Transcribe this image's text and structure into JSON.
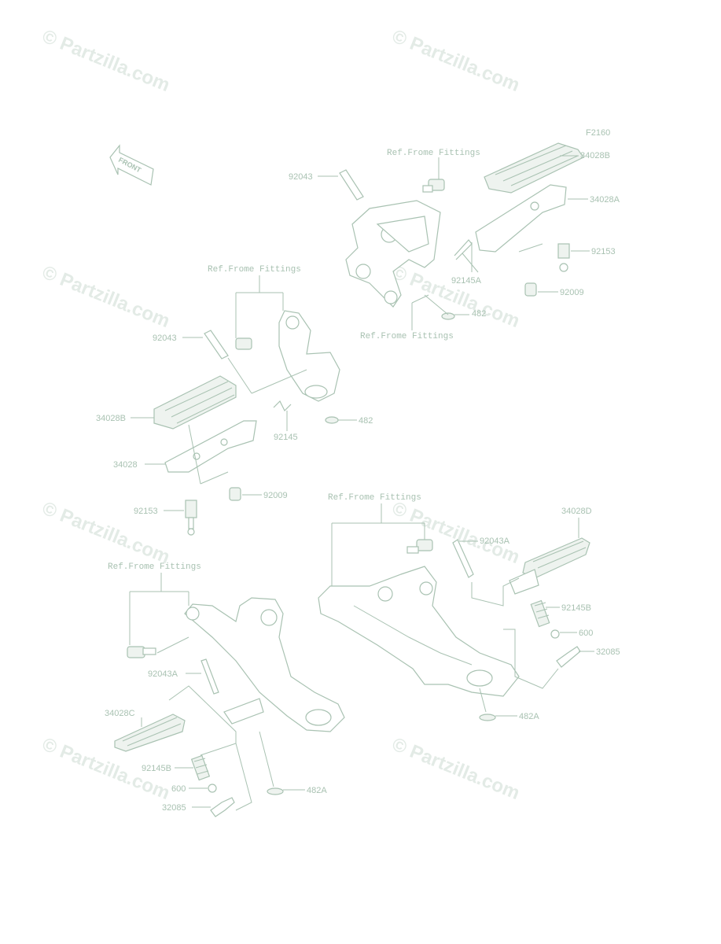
{
  "watermarks": [
    "© Partzilla.com",
    "© Partzilla.com",
    "© Partzilla.com",
    "© Partzilla.com",
    "© Partzilla.com",
    "© Partzilla.com",
    "© Partzilla.com",
    "© Partzilla.com"
  ],
  "figure_code": "F2160",
  "front_label": "FRONT",
  "ref_frame": "Ref.Frome Fittings",
  "parts": {
    "p92043_a": "92043",
    "p34028B_a": "34028B",
    "p34028A": "34028A",
    "p92153_a": "92153",
    "p92009_a": "92009",
    "p92145A": "92145A",
    "p482_a": "482",
    "p92043_b": "92043",
    "p34028B_b": "34028B",
    "p92145": "92145",
    "p482_b": "482",
    "p34028": "34028",
    "p92009_b": "92009",
    "p92153_b": "92153",
    "p34028D": "34028D",
    "p92043A_a": "92043A",
    "p92145B_a": "92145B",
    "p600_a": "600",
    "p32085_a": "32085",
    "p482A_a": "482A",
    "p92043A_b": "92043A",
    "p34028C": "34028C",
    "p92145B_b": "92145B",
    "p600_b": "600",
    "p32085_b": "32085",
    "p482A_b": "482A"
  }
}
